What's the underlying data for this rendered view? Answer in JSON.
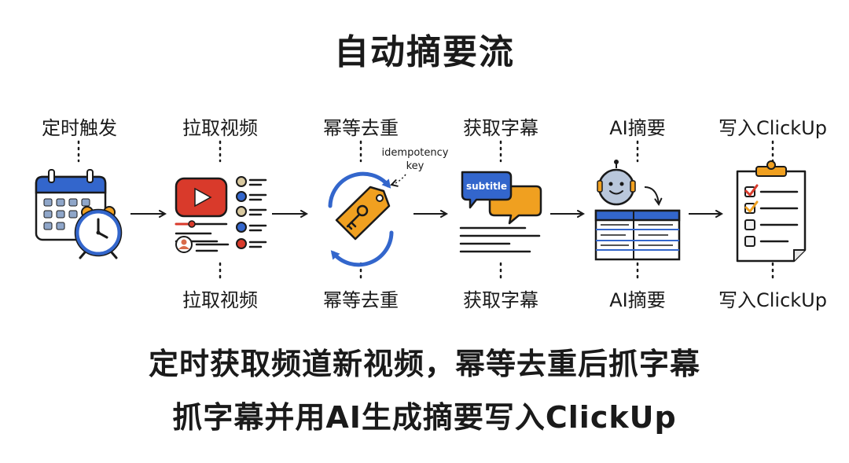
{
  "title": "自动摘要流",
  "steps": [
    {
      "top_label": "定时触发",
      "bottom_label": "",
      "icon": "calendar-alarm-clock-icon"
    },
    {
      "top_label": "拉取视频",
      "bottom_label": "拉取视频",
      "icon": "video-list-icon"
    },
    {
      "top_label": "幂等去重",
      "bottom_label": "幂等去重",
      "icon": "key-tag-cycle-icon"
    },
    {
      "top_label": "获取字幕",
      "bottom_label": "获取字幕",
      "icon": "subtitle-bubbles-icon"
    },
    {
      "top_label": "AI摘要",
      "bottom_label": "AI摘要",
      "icon": "robot-table-icon"
    },
    {
      "top_label": "写入ClickUp",
      "bottom_label": "写入ClickUp",
      "icon": "clipboard-checklist-icon"
    }
  ],
  "annotation": {
    "line1": "idempotency",
    "line2": "key"
  },
  "subtitle_bubble_text": "subtitle",
  "caption": {
    "line1": "定时获取频道新视频，幂等去重后抓字幕",
    "line2": "抓字幕并用AI生成摘要写入ClickUp"
  },
  "colors": {
    "blue": "#3366cc",
    "red": "#d93a2b",
    "orange": "#f0a020",
    "ink": "#1a1a1a"
  }
}
